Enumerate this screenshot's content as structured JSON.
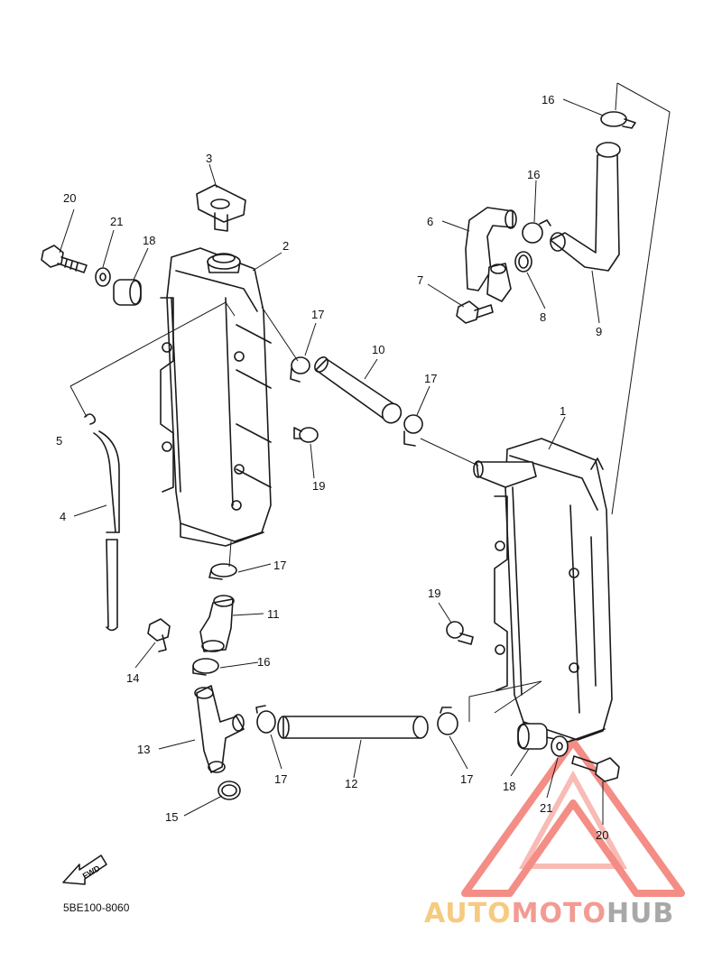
{
  "diagram": {
    "callouts": [
      {
        "id": "c20a",
        "label": "20"
      },
      {
        "id": "c21a",
        "label": "21"
      },
      {
        "id": "c18a",
        "label": "18"
      },
      {
        "id": "c3",
        "label": "3"
      },
      {
        "id": "c2",
        "label": "2"
      },
      {
        "id": "c17a",
        "label": "17"
      },
      {
        "id": "c10",
        "label": "10"
      },
      {
        "id": "c17b",
        "label": "17"
      },
      {
        "id": "c5",
        "label": "5"
      },
      {
        "id": "c19a",
        "label": "19"
      },
      {
        "id": "c4",
        "label": "4"
      },
      {
        "id": "c17c",
        "label": "17"
      },
      {
        "id": "c11",
        "label": "11"
      },
      {
        "id": "c16a",
        "label": "16"
      },
      {
        "id": "c14",
        "label": "14"
      },
      {
        "id": "c13",
        "label": "13"
      },
      {
        "id": "c15",
        "label": "15"
      },
      {
        "id": "c17d",
        "label": "17"
      },
      {
        "id": "c12",
        "label": "12"
      },
      {
        "id": "c17e",
        "label": "17"
      },
      {
        "id": "c18b",
        "label": "18"
      },
      {
        "id": "c21b",
        "label": "21"
      },
      {
        "id": "c20b",
        "label": "20"
      },
      {
        "id": "c16b",
        "label": "16"
      },
      {
        "id": "c16c",
        "label": "16"
      },
      {
        "id": "c6",
        "label": "6"
      },
      {
        "id": "c7",
        "label": "7"
      },
      {
        "id": "c8",
        "label": "8"
      },
      {
        "id": "c9",
        "label": "9"
      },
      {
        "id": "c1",
        "label": "1"
      },
      {
        "id": "c19b",
        "label": "19"
      }
    ],
    "diagram_code": "5BE100-8060",
    "fwd_label": "FWD"
  },
  "watermark": {
    "part1": "AUTO",
    "part2": "MOTO",
    "part3": "HUB",
    "color1": "#f5c36a",
    "color2": "#f08a80",
    "color3": "#9a9a9a",
    "triangle_color": "#f27a70"
  }
}
